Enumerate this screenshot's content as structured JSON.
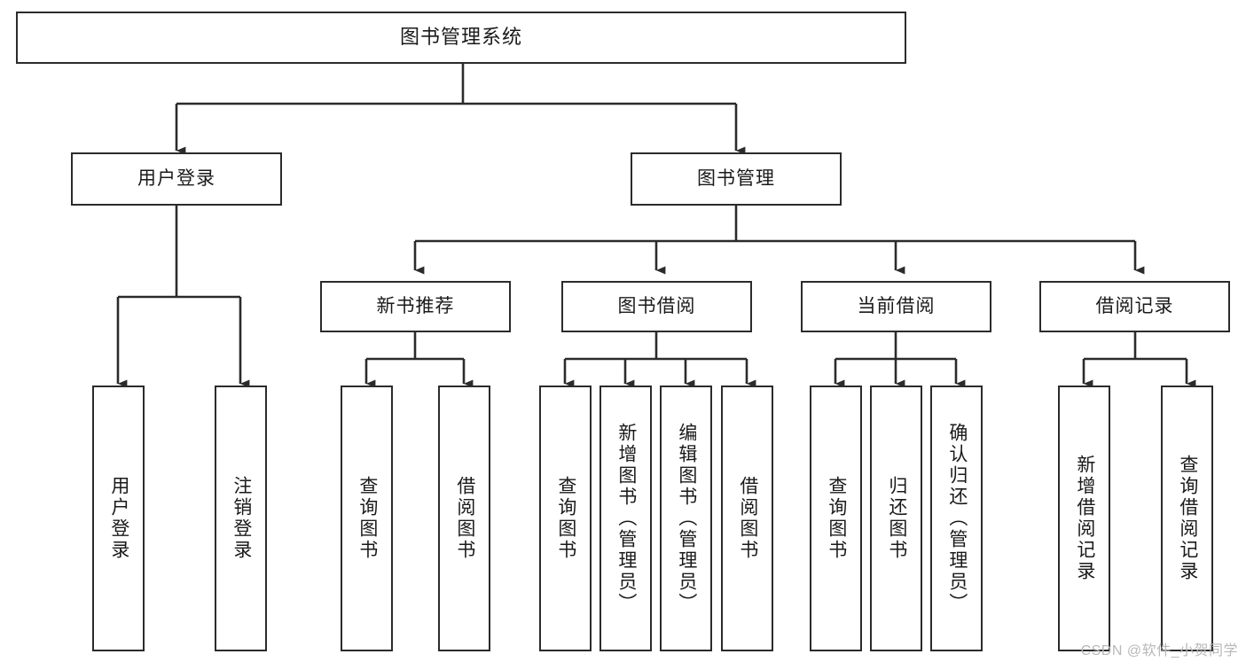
{
  "diagram": {
    "title": "图书管理系统",
    "type": "tree-hierarchy-chart",
    "watermark": "CSDN @软件_小贺同学",
    "colors": {
      "background": "#ffffff",
      "box_border": "#2b2b2b",
      "box_fill": "#ffffff",
      "connector": "#2b2b2b",
      "text": "#1a1a1a",
      "watermark": "#b8b8b8"
    }
  },
  "nodes": {
    "root": {
      "label": "图书管理系统",
      "level": 1
    },
    "level2": [
      {
        "id": "user-login",
        "label": "用户登录"
      },
      {
        "id": "book-management",
        "label": "图书管理"
      }
    ],
    "level3": [
      {
        "id": "new-book-recommend",
        "label": "新书推荐",
        "parent": "book-management"
      },
      {
        "id": "book-borrow",
        "label": "图书借阅",
        "parent": "book-management"
      },
      {
        "id": "current-borrow",
        "label": "当前借阅",
        "parent": "book-management"
      },
      {
        "id": "borrow-record",
        "label": "借阅记录",
        "parent": "book-management"
      }
    ],
    "leaves": [
      {
        "id": "leaf-user-login",
        "label": "用户登录",
        "parent": "user-login"
      },
      {
        "id": "leaf-logout-login",
        "label": "注销登录",
        "parent": "user-login"
      },
      {
        "id": "leaf-query-book-1",
        "label": "查询图书",
        "parent": "new-book-recommend"
      },
      {
        "id": "leaf-borrow-book-1",
        "label": "借阅图书",
        "parent": "new-book-recommend"
      },
      {
        "id": "leaf-query-book-2",
        "label": "查询图书",
        "parent": "book-borrow"
      },
      {
        "id": "leaf-add-book",
        "label": "新增图书（管理员）",
        "parent": "book-borrow"
      },
      {
        "id": "leaf-edit-book",
        "label": "编辑图书（管理员）",
        "parent": "book-borrow"
      },
      {
        "id": "leaf-borrow-book-2",
        "label": "借阅图书",
        "parent": "book-borrow"
      },
      {
        "id": "leaf-query-book-3",
        "label": "查询图书",
        "parent": "current-borrow"
      },
      {
        "id": "leaf-return-book",
        "label": "归还图书",
        "parent": "current-borrow"
      },
      {
        "id": "leaf-confirm-return",
        "label": "确认归还（管理员）",
        "parent": "current-borrow"
      },
      {
        "id": "leaf-add-record",
        "label": "新增借阅记录",
        "parent": "borrow-record"
      },
      {
        "id": "leaf-query-record",
        "label": "查询借阅记录",
        "parent": "borrow-record"
      }
    ]
  }
}
